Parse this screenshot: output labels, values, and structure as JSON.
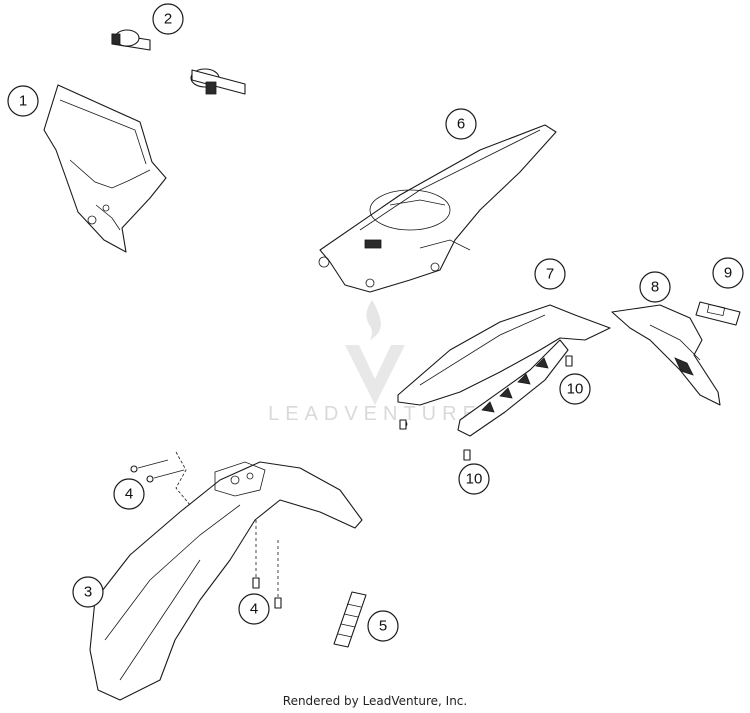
{
  "callouts": [
    "1",
    "2",
    "3",
    "4",
    "4",
    "5",
    "6",
    "7",
    "8",
    "9",
    "10",
    "10"
  ],
  "watermark": "LEADVENTURE",
  "footer": "Rendered by LeadVenture, Inc.",
  "colors": {
    "line": "#1a1a1a",
    "watermark": "#d9d9d9",
    "background": "#ffffff"
  }
}
